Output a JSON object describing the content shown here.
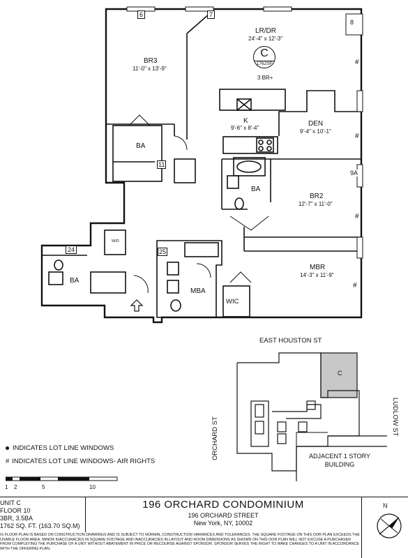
{
  "floorplan": {
    "rooms": {
      "lrdr": {
        "name": "LR/DR",
        "dim": "24'-4\" x 12'-3\""
      },
      "br3": {
        "name": "BR3",
        "dim": "11'-0\" x 13'-9\""
      },
      "kitchen": {
        "name": "K",
        "dim": "9'-6\" x 8'-4\""
      },
      "den": {
        "name": "DEN",
        "dim": "9'-4\" x 10'-1\""
      },
      "br2": {
        "name": "BR2",
        "dim": "12'-7\" x 11'-0\""
      },
      "mbr": {
        "name": "MBR",
        "dim": "14'-3\" x 11'-9\""
      },
      "ba_upper": {
        "name": "BA"
      },
      "ba_mid": {
        "name": "BA"
      },
      "ba_lower": {
        "name": "BA"
      },
      "mba": {
        "name": "MBA"
      },
      "wic": {
        "name": "WIC"
      },
      "wd": {
        "name": "W/D"
      }
    },
    "unit_badge": {
      "letter": "C",
      "sf": "1762SF",
      "beds": "3 BR+"
    },
    "window_tags": [
      "6",
      "7",
      "8",
      "9A",
      "11",
      "24",
      "25"
    ],
    "lot_line_mark": "#"
  },
  "site_plan": {
    "streets": {
      "north": "EAST HOUSTON ST",
      "west": "ORCHARD ST",
      "east": "LUDLOW ST"
    },
    "unit_letter": "C",
    "adjacent": "ADJACENT 1 STORY BUILDING"
  },
  "legend": {
    "dot_label": "INDICATES LOT LINE WINDOWS",
    "hash_label": "INDICATES LOT LINE WINDOWS- AIR RIGHTS"
  },
  "scale_bar": {
    "ticks": [
      "1",
      "2",
      "5",
      "10"
    ]
  },
  "footer": {
    "unit": "UNIT C",
    "floor": "FLOOR 10",
    "beds_baths": "3BR, 3.5BA",
    "area": "1762 SQ. FT. (163.70 SQ.M)",
    "title": "196 ORCHARD CONDOMINIUM",
    "address_line1": "196 ORCHARD STREET",
    "address_line2": "New York, NY, 10002",
    "disclaimer": "IS FLOOR PLAN IS BASED ON CONSTRUCTION DRAWINGS AND IS SUBJECT TO NORMAL CONSTRUCTION VARIANCES AND TOLERANCES. THE SQUARE FOOTAGE ON THIS OOR PLAN EXCEEDS THE USABLE FLOOR AREA. MINOR INACCURACIES IN SQUARE FOOTAGE AND INACCURACIES IN LAYOUT AND ROOM DIMENSIONS AS SHOWN ON THIS OOR PLAN WILL NOT EXCUSE A PURCHASER FROM COMPLETING THE PURCHASE OF A UNIT WITHOUT ABATEMENT IN PRICE OR RECOURSE AGAINST SPONSOR. SPONSOR SERVES THE RIGHT TO MAKE CHANGES TO A UNIT IN ACCORDANCE WITH THE OFFERING PLAN.",
    "north": "N"
  }
}
